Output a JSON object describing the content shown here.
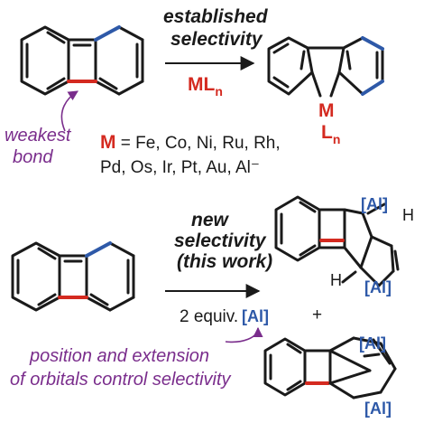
{
  "top": {
    "arrow_label_line1": "established",
    "arrow_label_line2": "selectivity",
    "reagent_main": "ML",
    "reagent_sub": "n",
    "product_metal": "M",
    "product_ligand_main": "L",
    "product_ligand_sub": "n",
    "callout_line1": "weakest",
    "callout_line2": "bond",
    "metal_symbol": "M",
    "metals_line1": " = Fe, Co, Ni, Ru, Rh,",
    "metals_line2": "Pd, Os, Ir, Pt, Au, Al⁻"
  },
  "bottom": {
    "arrow_label_line1": "new",
    "arrow_label_line2": "selectivity",
    "arrow_label_line3": "(this work)",
    "reagent_prefix": "2 equiv.",
    "reagent_al": "[Al]",
    "product1_al_top": "[Al]",
    "product1_h_top": "H",
    "product1_h_bottom": "H",
    "product1_al_bottom": "[Al]",
    "plus": "+",
    "product2_al_top": "[Al]",
    "product2_al_bottom": "[Al]",
    "callout_line1": "position and extension",
    "callout_line2": "of orbitals control selectivity"
  },
  "colors": {
    "red": "#d42a20",
    "blue": "#2e59a8",
    "purple": "#7a2d8c",
    "black": "#1a1a1a"
  }
}
